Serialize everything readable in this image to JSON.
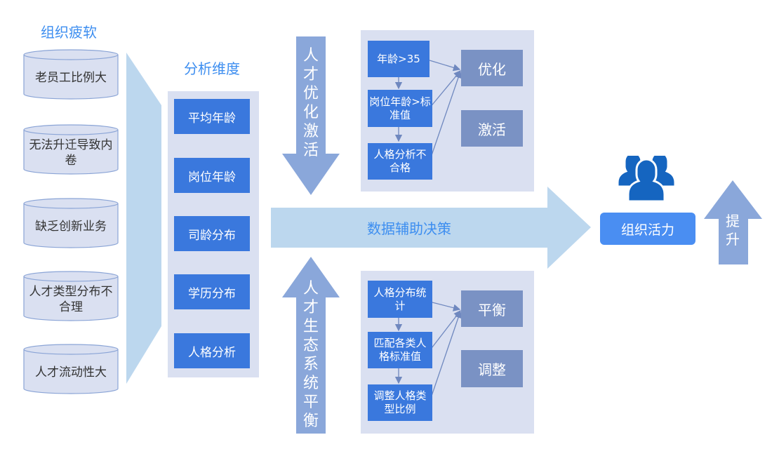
{
  "left": {
    "title": "组织疲软",
    "problems": [
      "老员工比例大",
      "无法升迁导致内卷",
      "缺乏创新业务",
      "人才类型分布不合理",
      "人才流动性大"
    ]
  },
  "dimensions": {
    "title": "分析维度",
    "items": [
      "平均年龄",
      "岗位年龄",
      "司龄分布",
      "学历分布",
      "人格分析"
    ]
  },
  "top_flow": {
    "arrow_label": "人才优化激活",
    "steps": [
      "年龄>35",
      "岗位年龄>标准值",
      "人格分析不合格"
    ],
    "results": [
      "优化",
      "激活"
    ]
  },
  "bottom_flow": {
    "arrow_label": "人才生态系统平衡",
    "steps": [
      "人格分布统计",
      "匹配各类人格标准值",
      "调整人格类型比例"
    ],
    "results": [
      "平衡",
      "调整"
    ]
  },
  "main_arrow": {
    "label": "数据辅助决策"
  },
  "outcome": {
    "icon": "users-group-icon",
    "label": "组织活力",
    "up_arrow_label": "提升"
  },
  "colors": {
    "title_blue": "#3d8ef0",
    "step_blue": "#3a78dd",
    "result_slate": "#7a92c4",
    "panel_bg": "#dae0f1",
    "light_arrow": "#bcd7ee",
    "dark_arrow": "#8aa7da",
    "icon_blue": "#1565c0"
  }
}
